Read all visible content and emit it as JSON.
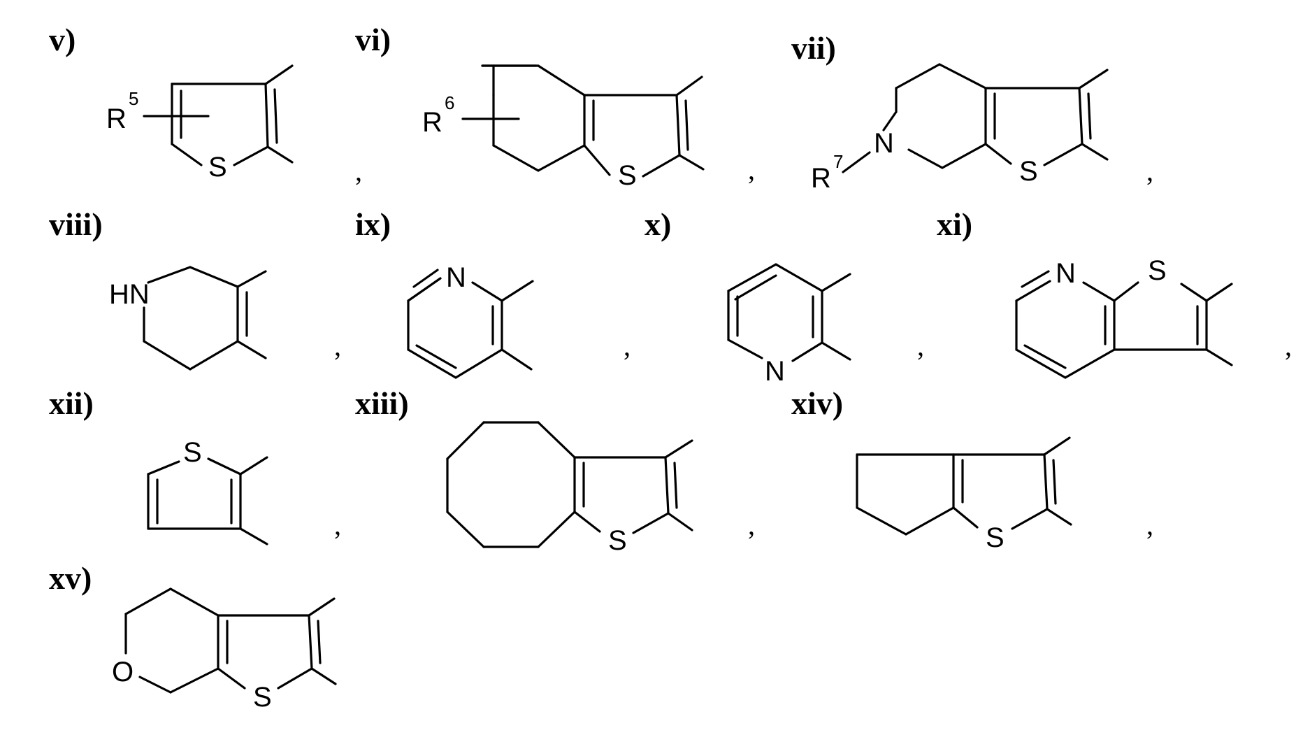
{
  "structures": [
    {
      "id": "v",
      "label": "v)",
      "atoms": {
        "s": "S",
        "r_main": "R",
        "r_sup": "5"
      }
    },
    {
      "id": "vi",
      "label": "vi)",
      "atoms": {
        "s": "S",
        "r_main": "R",
        "r_sup": "6"
      }
    },
    {
      "id": "vii",
      "label": "vii)",
      "atoms": {
        "n": "N",
        "s": "S",
        "r_main": "R",
        "r_sup": "7"
      }
    },
    {
      "id": "viii",
      "label": "viii)",
      "atoms": {
        "hn": "HN"
      }
    },
    {
      "id": "ix",
      "label": "ix)",
      "atoms": {
        "n": "N"
      }
    },
    {
      "id": "x",
      "label": "x)",
      "atoms": {
        "n": "N"
      }
    },
    {
      "id": "xi",
      "label": "xi)",
      "atoms": {
        "n": "N",
        "s": "S"
      }
    },
    {
      "id": "xii",
      "label": "xii)",
      "atoms": {
        "s": "S"
      }
    },
    {
      "id": "xiii",
      "label": "xiii)",
      "atoms": {
        "s": "S"
      }
    },
    {
      "id": "xiv",
      "label": "xiv)",
      "atoms": {
        "s": "S"
      }
    },
    {
      "id": "xv",
      "label": "xv)",
      "atoms": {
        "o": "O",
        "s": "S"
      }
    }
  ],
  "separator": ","
}
